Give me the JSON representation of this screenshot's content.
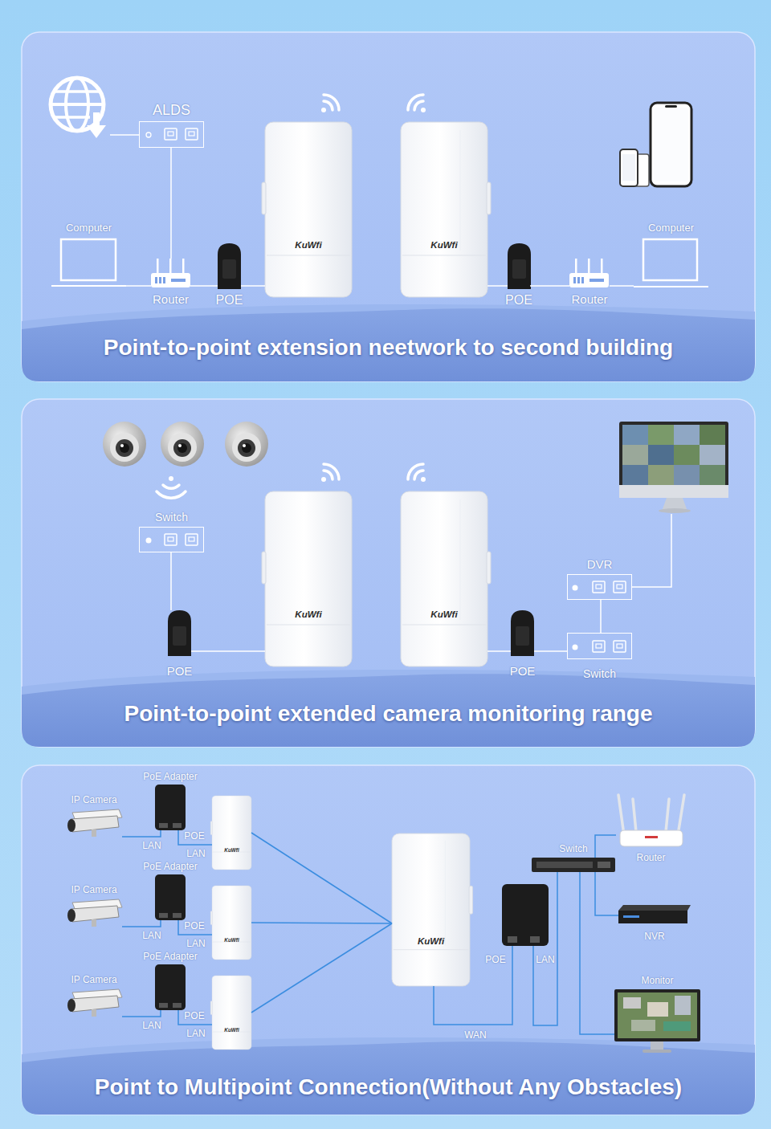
{
  "diagram": {
    "nodes": [
      {
        "text": [
          "ALDS"
        ]
      },
      {
        "text": [
          "Computer"
        ]
      },
      {
        "text": [
          "Router"
        ]
      },
      {
        "text": [
          "POE"
        ]
      },
      {
        "text": [
          "KuWfi"
        ]
      },
      {
        "text": [
          "KuWfi"
        ]
      },
      {
        "text": [
          "POE"
        ]
      },
      {
        "text": [
          "Router"
        ]
      },
      {
        "text": [
          "Computer"
        ]
      },
      {
        "text": [
          "Point-to-point extension neetwork to second building"
        ]
      },
      {
        "text": [
          "Switch"
        ]
      },
      {
        "text": [
          "POE"
        ]
      },
      {
        "text": [
          "KuWfi"
        ]
      },
      {
        "text": [
          "KuWfi"
        ]
      },
      {
        "text": [
          "POE"
        ]
      },
      {
        "text": [
          "DVR"
        ]
      },
      {
        "text": [
          "Switch"
        ]
      },
      {
        "text": [
          "Point-to-point extended camera monitoring range"
        ]
      },
      {
        "text": [
          "IP Camera"
        ]
      },
      {
        "text": [
          "PoE Adapter"
        ]
      },
      {
        "text": [
          "KuWfi"
        ]
      },
      {
        "text": [
          "IP Camera"
        ]
      },
      {
        "text": [
          "PoE Adapter"
        ]
      },
      {
        "text": [
          "KuWfi"
        ]
      },
      {
        "text": [
          "IP Camera"
        ]
      },
      {
        "text": [
          "PoE Adapter"
        ]
      },
      {
        "text": [
          "KuWfi"
        ]
      },
      {
        "text": [
          "KuWfi"
        ]
      },
      {
        "text": [
          "Switch"
        ]
      },
      {
        "text": [
          "Router"
        ]
      },
      {
        "text": [
          "NVR"
        ]
      },
      {
        "text": [
          "Monitor"
        ]
      },
      {
        "text": [
          "Point to Multipoint Connection(Without Any Obstacles)"
        ]
      }
    ],
    "edges": [
      {
        "from": 0,
        "to": 2,
        "arrow": "none"
      },
      {
        "from": 1,
        "to": 2,
        "arrow": "none"
      },
      {
        "from": 2,
        "to": 3,
        "arrow": "none"
      },
      {
        "from": 3,
        "to": 4,
        "arrow": "none"
      },
      {
        "from": 5,
        "to": 6,
        "arrow": "none"
      },
      {
        "from": 6,
        "to": 7,
        "arrow": "none"
      },
      {
        "from": 7,
        "to": 8,
        "arrow": "none"
      },
      {
        "from": 10,
        "to": 11,
        "arrow": "none"
      },
      {
        "from": 11,
        "to": 12,
        "arrow": "none"
      },
      {
        "from": 13,
        "to": 14,
        "arrow": "none"
      },
      {
        "from": 14,
        "to": 16,
        "arrow": "none"
      },
      {
        "from": 16,
        "to": 15,
        "arrow": "none"
      },
      {
        "from": 18,
        "to": 19,
        "arrow": "none"
      },
      {
        "from": 19,
        "to": 20,
        "arrow": "none"
      },
      {
        "from": 21,
        "to": 22,
        "arrow": "none"
      },
      {
        "from": 22,
        "to": 23,
        "arrow": "none"
      },
      {
        "from": 24,
        "to": 25,
        "arrow": "none"
      },
      {
        "from": 25,
        "to": 26,
        "arrow": "none"
      },
      {
        "from": 20,
        "to": 27,
        "arrow": "none"
      },
      {
        "from": 23,
        "to": 27,
        "arrow": "none"
      },
      {
        "from": 26,
        "to": 27,
        "arrow": "none"
      },
      {
        "from": 28,
        "to": 29,
        "arrow": "none"
      },
      {
        "from": 28,
        "to": 30,
        "arrow": "none"
      },
      {
        "from": 28,
        "to": 31,
        "arrow": "none"
      }
    ],
    "labels": [
      "POE",
      "LAN",
      "LAN",
      "POE",
      "LAN",
      "LAN",
      "POE",
      "LAN",
      "LAN",
      "POE",
      "LAN",
      "WAN"
    ]
  }
}
